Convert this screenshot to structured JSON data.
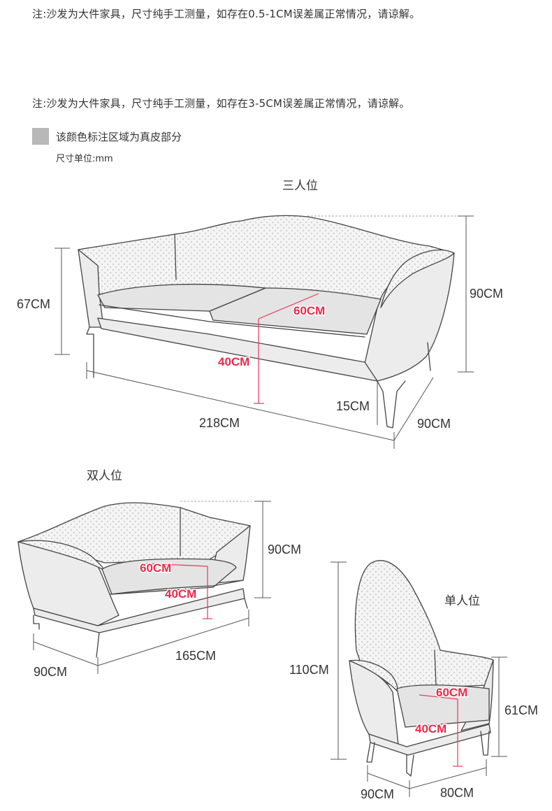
{
  "notes": {
    "note_1": "注:沙发为大件家具，尺寸纯手工测量，如存在0.5-1CM误差属正常情况，请谅解。",
    "note_2": "注:沙发为大件家具，尺寸纯手工测量，如存在3-5CM误差属正常情况，请谅解。"
  },
  "legend": {
    "swatch_color": "#b8b8b8",
    "text": "该颜色标注区域为真皮部分",
    "unit": "尺寸单位:mm"
  },
  "three_seat": {
    "title": "三人位",
    "height_arm": "67CM",
    "height_back": "90CM",
    "seat_depth": "60CM",
    "seat_height": "40CM",
    "leg_height": "15CM",
    "width": "218CM",
    "depth": "90CM"
  },
  "two_seat": {
    "title": "双人位",
    "height_back": "90CM",
    "seat_depth": "60CM",
    "seat_height": "40CM",
    "width": "165CM",
    "depth": "90CM"
  },
  "one_seat": {
    "title": "单人位",
    "height_back": "110CM",
    "height_arm": "61CM",
    "seat_depth": "60CM",
    "seat_height": "40CM",
    "depth": "90CM",
    "width": "80CM"
  },
  "colors": {
    "accent_red": "#e8385a",
    "leather_gray": "#b8b8b8"
  }
}
